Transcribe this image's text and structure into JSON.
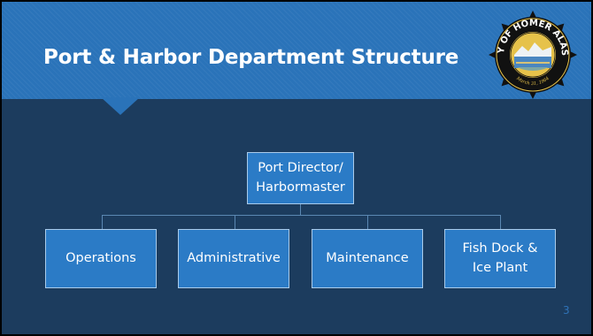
{
  "slide": {
    "title": "Port & Harbor Department Structure",
    "page_number": "3"
  },
  "seal": {
    "top_text": "CITY OF HOMER ALASKA",
    "bottom_text": "March 31, 1964",
    "ring_color": "#111111",
    "face_color": "#e6c24a"
  },
  "org_chart": {
    "root": {
      "label_line1": "Port Director/",
      "label_line2": "Harbormaster"
    },
    "children": [
      {
        "label": "Operations"
      },
      {
        "label": "Administrative"
      },
      {
        "label": "Maintenance"
      },
      {
        "label_line1": "Fish Dock &",
        "label_line2": "Ice Plant"
      }
    ]
  },
  "colors": {
    "background": "#1c3c5e",
    "header": "#2a73b9",
    "box_fill": "#2b7bc6",
    "box_border": "#a9cbeb",
    "connector": "#5b88b3"
  }
}
